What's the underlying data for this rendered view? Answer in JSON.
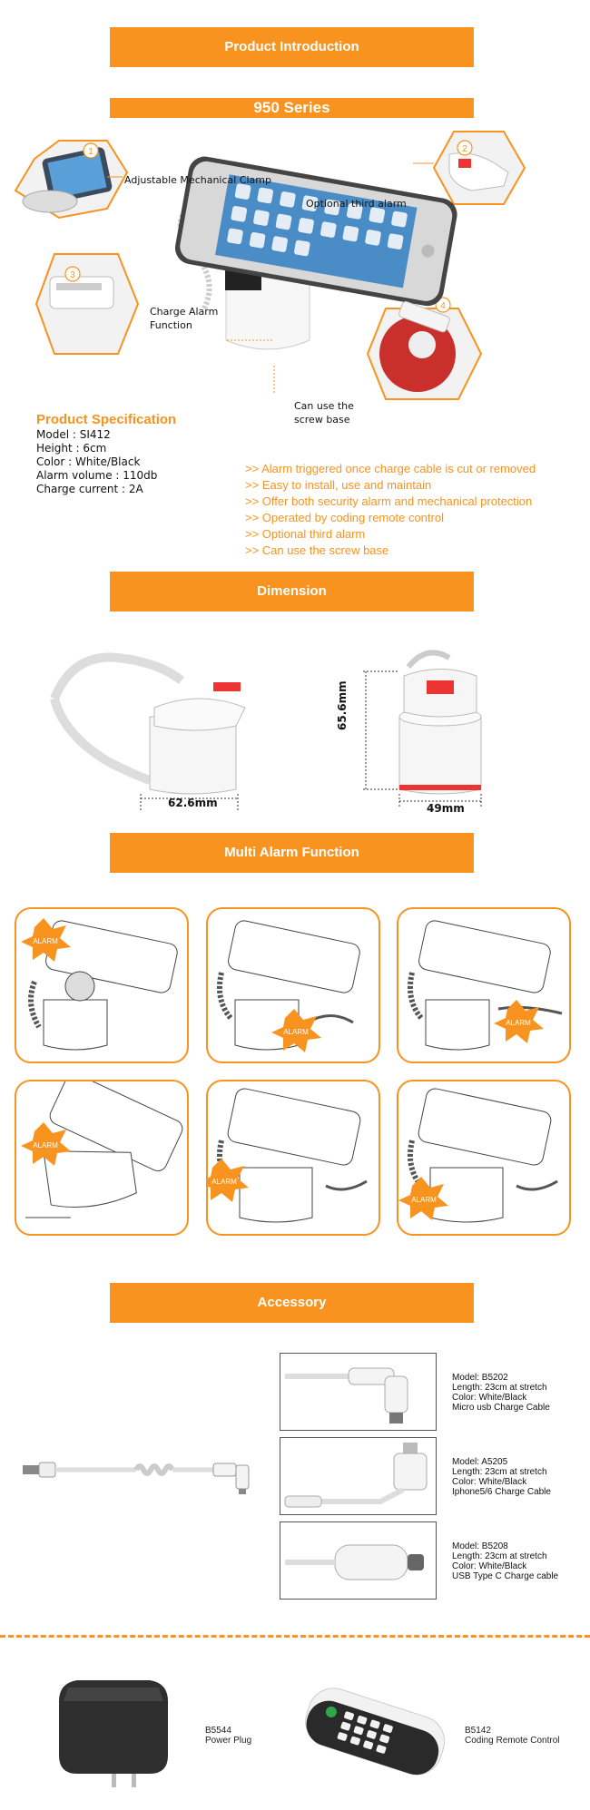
{
  "banners": {
    "product_intro": "Product Introduction",
    "series": "950 Series",
    "dimension": "Dimension",
    "multi_alarm": "Multi Alarm Function",
    "accessory": "Accessory"
  },
  "callouts": [
    {
      "num": "1",
      "label": "Adjustable Mechanical Clamp"
    },
    {
      "num": "2",
      "label": "Optional third alarm"
    },
    {
      "num": "3",
      "label": "Charge Alarm\nFunction"
    },
    {
      "num": "4",
      "label": "Can use the\nscrew base"
    }
  ],
  "spec": {
    "title": "Product Specification",
    "lines": [
      "Model : SI412",
      "Height : 6cm",
      "Color : White/Black",
      "Alarm volume : 110db",
      "Charge current : 2A"
    ]
  },
  "features": [
    ">> Alarm triggered once charge cable is cut or removed",
    ">> Easy to install, use and maintain",
    ">> Offer both security alarm and mechanical protection",
    ">> Operated by coding remote control",
    ">> Optional third alarm",
    ">> Can use the screw base"
  ],
  "dimensions": {
    "width": "62.6mm",
    "height": "65.6mm",
    "depth": "49mm"
  },
  "alarm_badge": "ALARM",
  "accessories": [
    {
      "lines": [
        "Model:  B5202",
        "Length:  23cm at stretch",
        "Color: White/Black",
        "Micro usb Charge Cable"
      ]
    },
    {
      "lines": [
        "Model:  A5205",
        "Length:  23cm at stretch",
        "Color: White/Black",
        "Iphone5/6 Charge Cable"
      ]
    },
    {
      "lines": [
        "Model: B5208",
        "Length:  23cm at stretch",
        "Color: White/Black",
        "USB Type C Charge cable"
      ]
    }
  ],
  "bottom": {
    "plug": {
      "model": "B5544",
      "name": "Power Plug"
    },
    "remote": {
      "model": "B5142",
      "name": "Coding Remote Control"
    }
  },
  "colors": {
    "accent": "#f7931e"
  }
}
